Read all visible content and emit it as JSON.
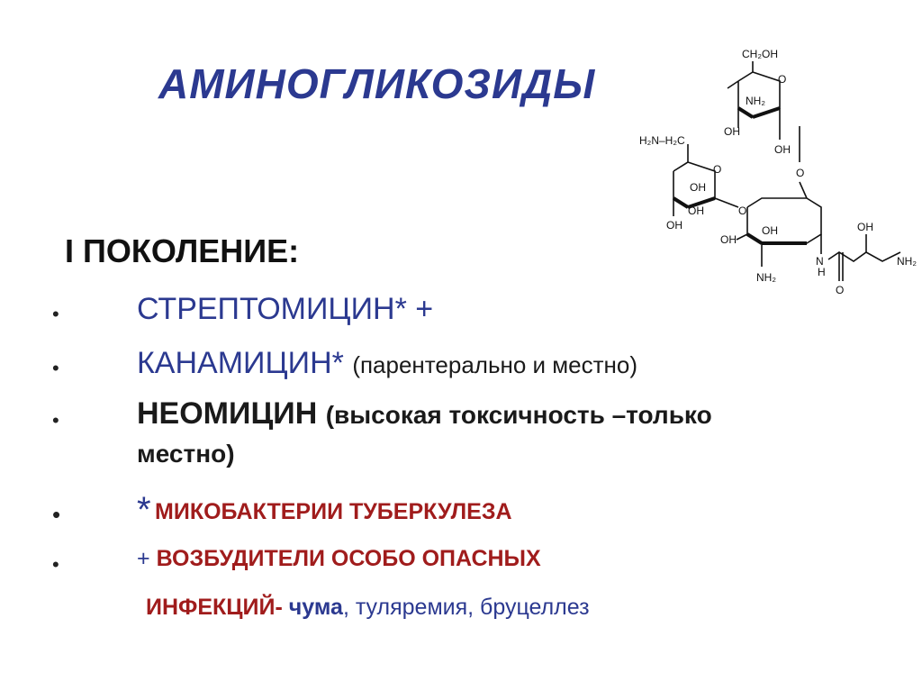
{
  "title": "АМИНОГЛИКОЗИДЫ",
  "section_heading": "I ПОКОЛЕНИЕ:",
  "bullet_char": "•",
  "items": [
    {
      "drug": "СТРЕПТОМИЦИН* +"
    },
    {
      "drug": "КАНАМИЦИН*",
      "note": "(парентерально и местно)"
    },
    {
      "drug": "НЕОМИЦИН",
      "note": "(высокая токсичность –только",
      "note_cont": "местно)"
    },
    {
      "star": "*",
      "text": "МИКОБАКТЕРИИ ТУБЕРКУЛЕЗА"
    },
    {
      "plus": "+",
      "text": "ВОЗБУДИТЕЛИ ОСОБО ОПАСНЫХ",
      "cont_red": "ИНФЕКЦИЙ-",
      "cont_bold": "чума",
      "cont_rest": ", туляремия, бруцеллез"
    }
  ],
  "molecule_labels": {
    "ch2oh": "CH₂OH",
    "o": "O",
    "oh": "OH",
    "nh2": "NH₂",
    "h2n_h2c": "H₂N–H₂C",
    "n": "N",
    "h": "H",
    "nh2_chain": "NH₂"
  }
}
